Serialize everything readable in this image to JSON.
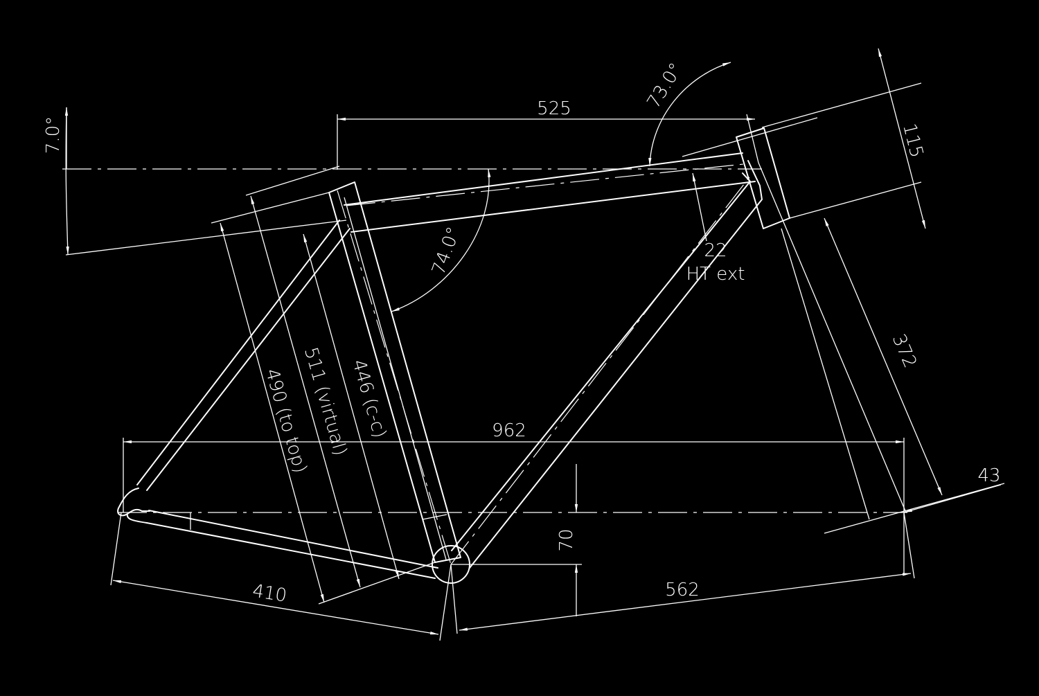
{
  "diagram": {
    "background": "#000000",
    "line_color": "#ffffff",
    "dimensions": {
      "head_tube_angle": "73.0°",
      "top_tube_length": "525",
      "top_tube_slope": "7.0°",
      "seat_tube_angle": "74.0°",
      "head_tube_length": "115",
      "head_tube_extension": "22",
      "head_tube_extension_label": "HT ext",
      "fork_length": "372",
      "fork_offset": "43",
      "seat_tube_to_top": "490 (to top)",
      "seat_tube_virtual": "511 (virtual)",
      "seat_tube_cc": "446 (c-c)",
      "wheelbase": "962",
      "bb_drop": "70",
      "chainstay_length": "410",
      "front_center": "562"
    }
  }
}
